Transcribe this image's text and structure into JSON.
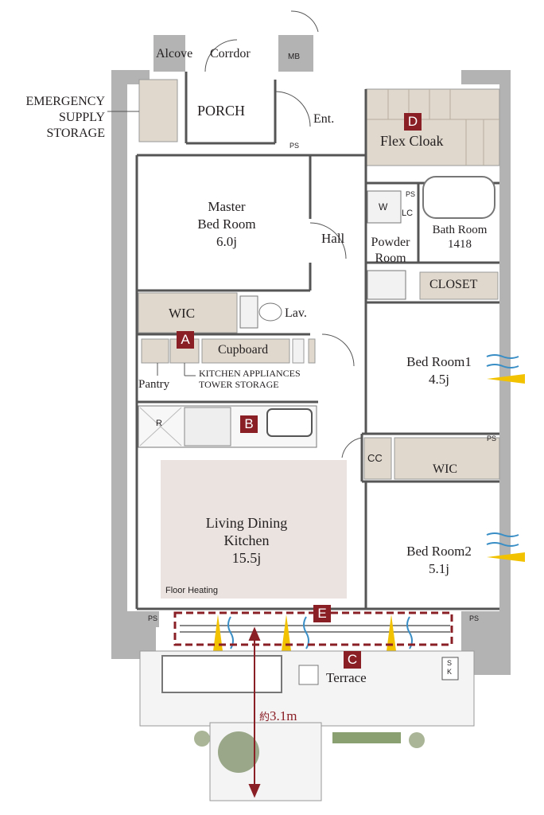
{
  "rooms": {
    "alcove": "Alcove",
    "corridor": "Corrdor",
    "mb": "MB",
    "porch": "PORCH",
    "entrance": "Ent.",
    "flex_cloak": "Flex Cloak",
    "master_bed": "Master",
    "master_bed_2": "Bed Room",
    "master_bed_size": "6.0j",
    "hall": "Hall",
    "w": "W",
    "lc": "LC",
    "powder_1": "Powder",
    "powder_2": "Room",
    "bath_1": "Bath Room",
    "bath_2": "1418",
    "closet": "CLOSET",
    "wic_1": "WIC",
    "lavatory": "Lav.",
    "cupboard": "Cupboard",
    "pantry": "Pantry",
    "kitchen_storage_1": "KITCHEN APPLIANCES",
    "kitchen_storage_2": "TOWER STORAGE",
    "refrigerator": "R",
    "bed1": "Bed Room1",
    "bed1_size": "4.5j",
    "cc": "CC",
    "wic_2": "WIC",
    "ldk_1": "Living Dining",
    "ldk_2": "Kitchen",
    "ldk_size": "15.5j",
    "floor_heating": "Floor Heating",
    "bed2": "Bed Room2",
    "bed2_size": "5.1j",
    "terrace": "Terrace",
    "ps": "PS",
    "sk_1": "S",
    "sk_2": "K"
  },
  "emergency": {
    "line1": "EMERGENCY",
    "line2": "SUPPLY",
    "line3": "STORAGE"
  },
  "badges": {
    "a": "A",
    "b": "B",
    "c": "C",
    "d": "D",
    "e": "E"
  },
  "dimension": {
    "prefix": "約",
    "value": "3.1m"
  },
  "colors": {
    "storage": "#e0d8cc",
    "ldk_floor": "#eae3df",
    "wall": "#b3b3b3",
    "badge": "#8a1f26",
    "wind": "#3a8ec6",
    "sun": "#f2c200"
  }
}
